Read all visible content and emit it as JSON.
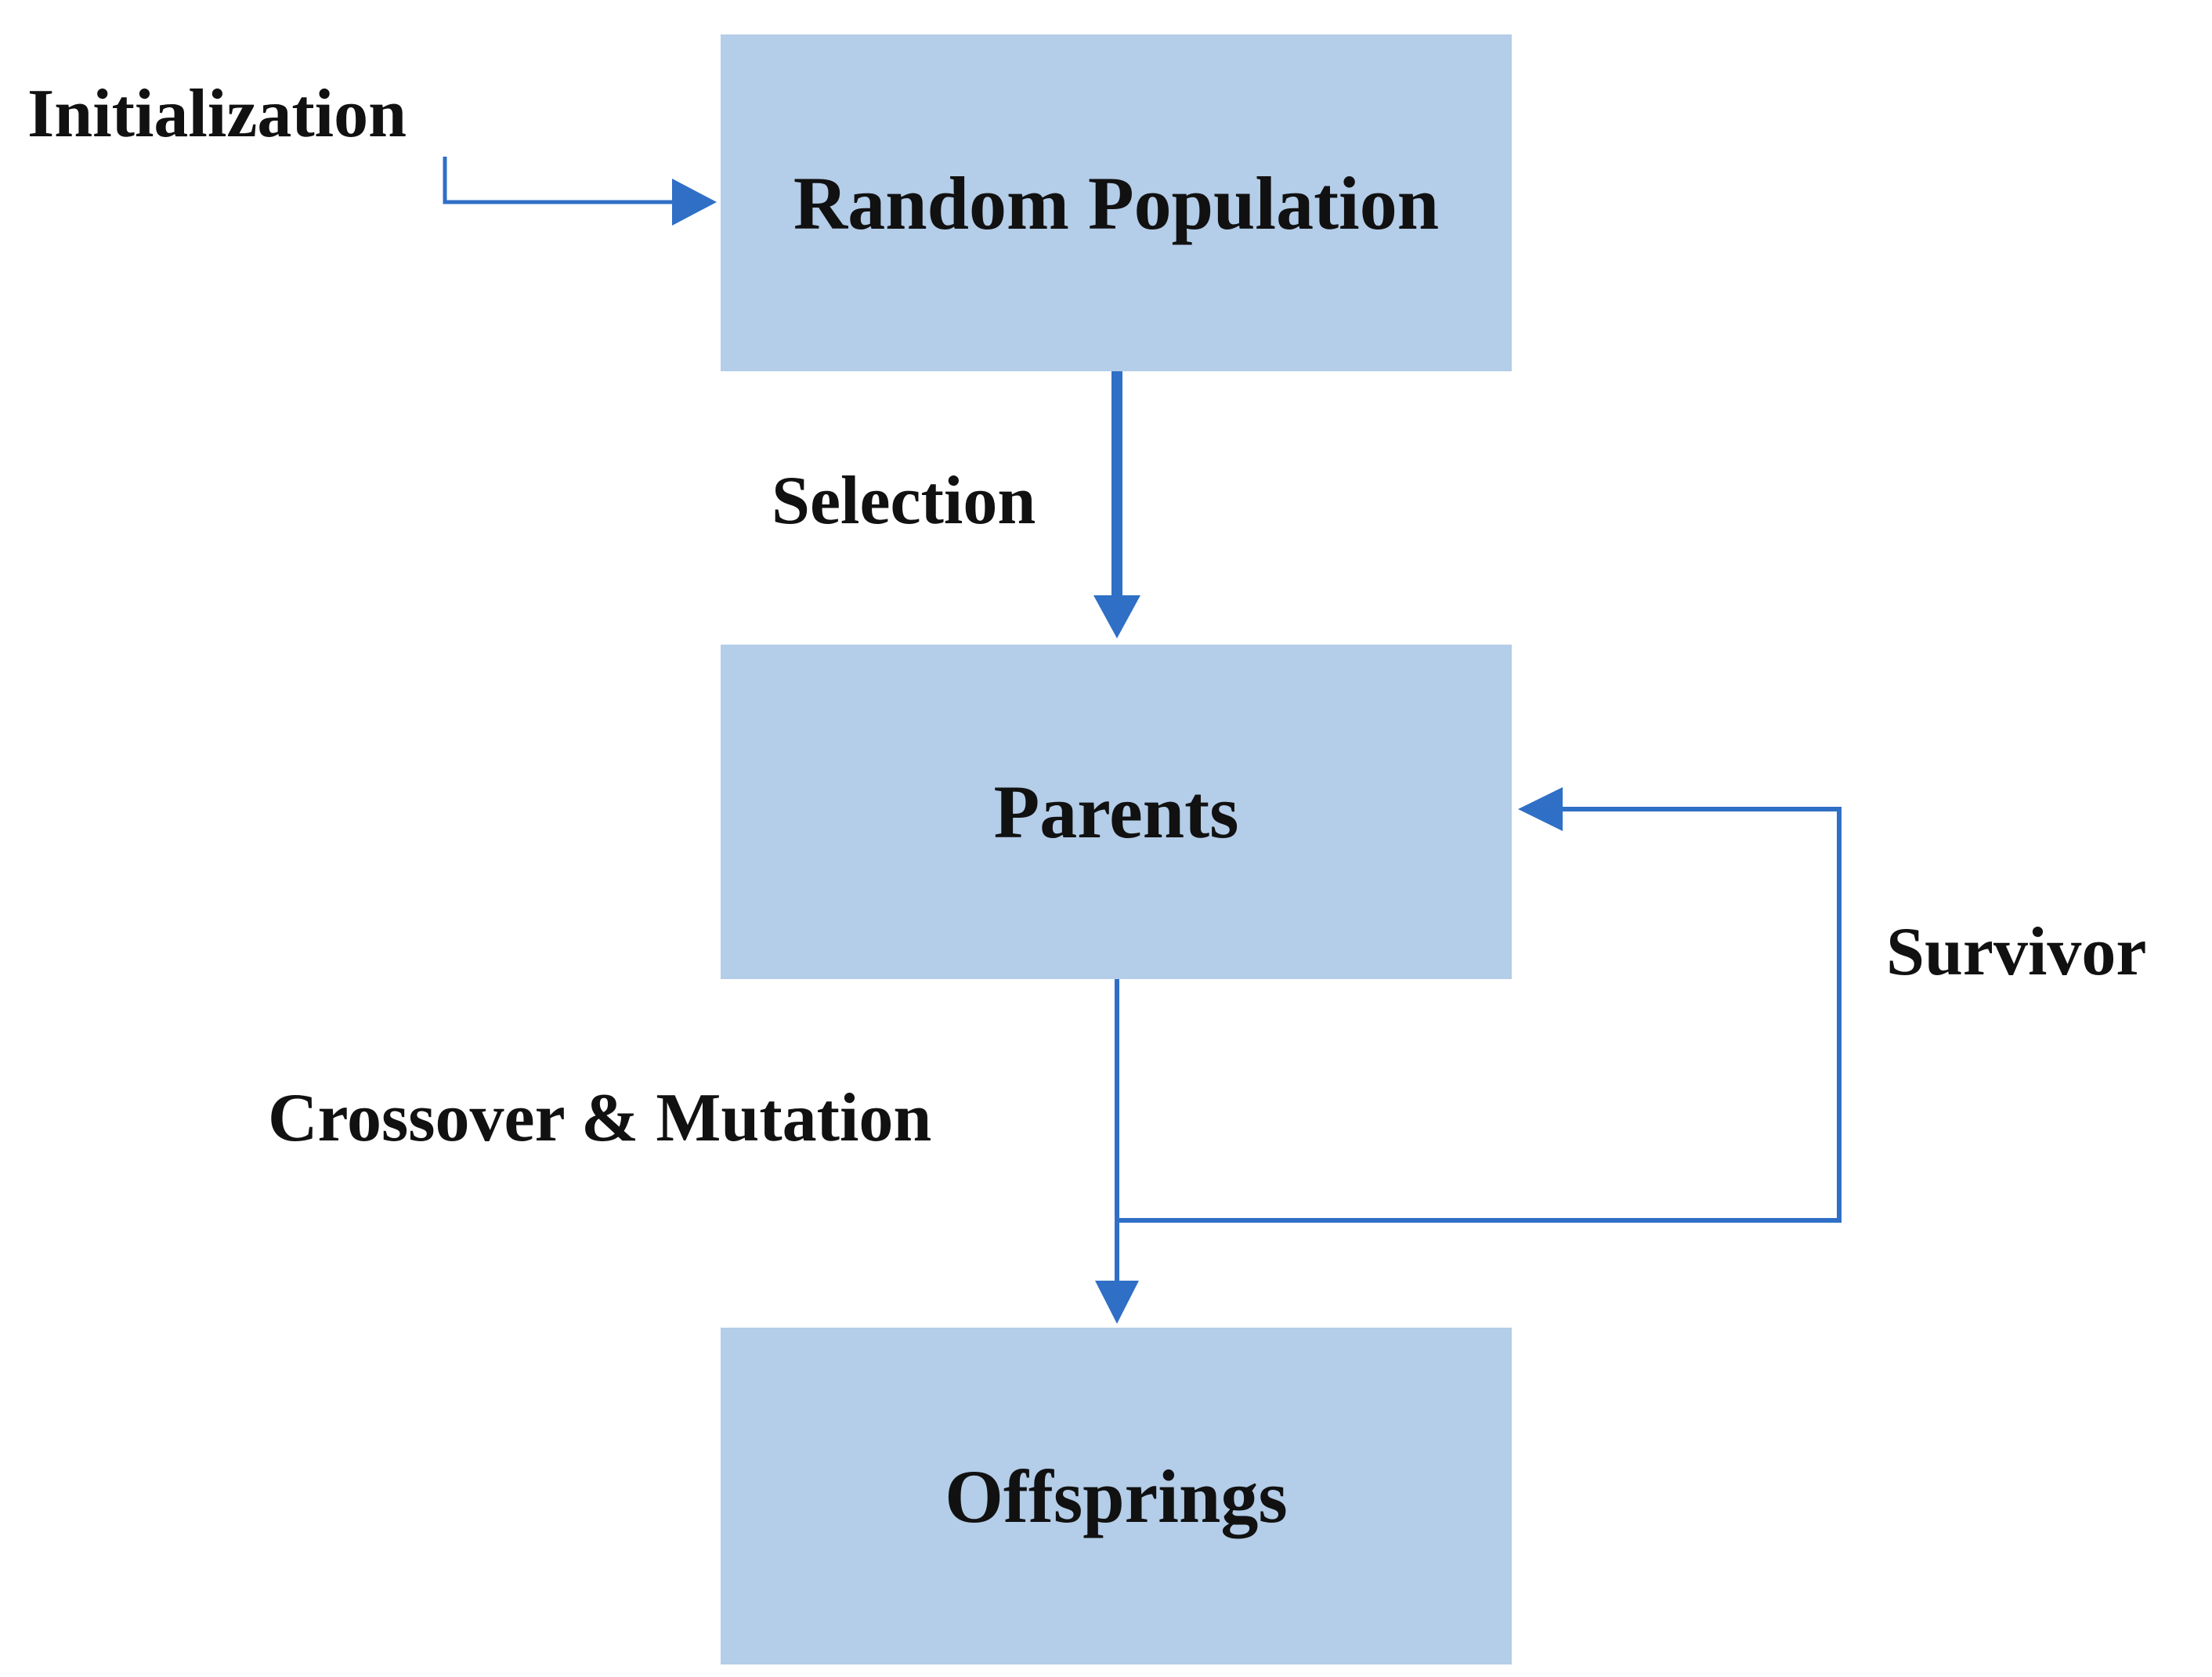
{
  "nodes": {
    "random_population": "Random Population",
    "parents": "Parents",
    "offsprings": "Offsprings"
  },
  "edges": {
    "initialization": "Initialization",
    "selection": "Selection",
    "crossover_mutation": "Crossover & Mutation",
    "survivor": "Survivor"
  },
  "colors": {
    "box_fill": "#b4cde8",
    "arrow": "#2f6fc6",
    "text": "#111111"
  }
}
